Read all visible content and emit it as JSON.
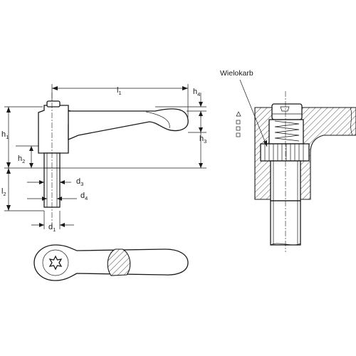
{
  "dimension_labels": {
    "l1": {
      "base": "l",
      "sub": "1"
    },
    "h4": {
      "base": "h",
      "sub": "4"
    },
    "h1": {
      "base": "h",
      "sub": "1"
    },
    "h2": {
      "base": "h",
      "sub": "2"
    },
    "h3": {
      "base": "h",
      "sub": "3"
    },
    "d3": {
      "base": "d",
      "sub": "3"
    },
    "d4": {
      "base": "d",
      "sub": "4"
    },
    "l2": {
      "base": "l",
      "sub": "2"
    },
    "d1": {
      "base": "d",
      "sub": "1"
    }
  },
  "section_view": {
    "callout": "Wielokarb"
  }
}
